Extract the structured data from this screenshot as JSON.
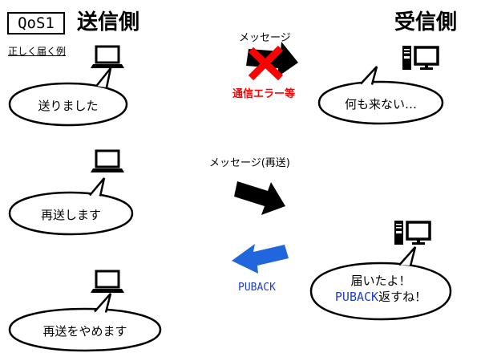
{
  "header": {
    "qos_label": "QoS1",
    "sender_title": "送信側",
    "receiver_title": "受信側",
    "subtitle": "正しく届く例"
  },
  "row1": {
    "message_label": "メッセージ",
    "error_label": "通信エラー等",
    "sender_bubble": "送りました",
    "receiver_bubble": "何も来ない…"
  },
  "row2": {
    "message_label": "メッセージ(再送)",
    "sender_bubble": "再送します"
  },
  "row3": {
    "ack_label": "PUBACK",
    "sender_bubble": "再送をやめます",
    "receiver_bubble_line1": "届いたよ！",
    "receiver_bubble_ack": "PUBACK",
    "receiver_bubble_rest": "返すね！"
  },
  "colors": {
    "error": "#ff0000",
    "ack": "#1f3fcc",
    "ack_arrow": "#2266dd",
    "arrow": "#000000"
  },
  "icons": [
    "laptop-icon",
    "desktop-pc-icon",
    "red-x-icon",
    "right-arrow-icon",
    "left-arrow-icon"
  ]
}
